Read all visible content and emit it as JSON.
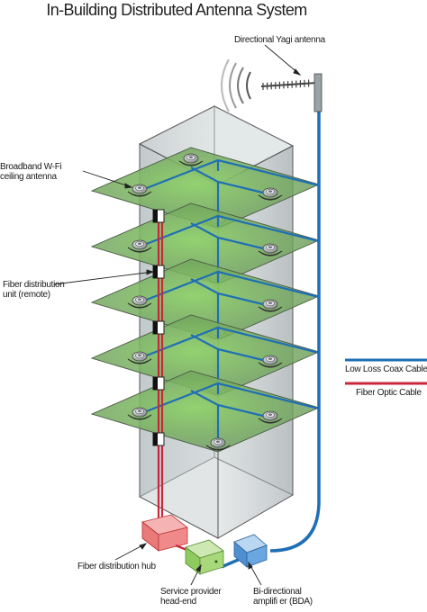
{
  "title": "In-Building Distributed Antenna System",
  "labels": {
    "yagi": "Directional Yagi antenna",
    "wifi_antenna": "Broadband W-Fi\nceiling antenna",
    "fiber_remote": "Fiber distribution\nunit (remote)",
    "fiber_hub": "Fiber distribution hub",
    "service_provider": "Service provider\nhead-end",
    "bda": "Bi-directional\namplifi er (BDA)"
  },
  "legend": {
    "coax": "Low Loss Coax Cable",
    "fiber": "Fiber Optic Cable"
  },
  "colors": {
    "coax": "#1f6fb5",
    "fiber": "#c8283c",
    "floor_fill": "#93c47d",
    "hub_fill": "#f08080",
    "headend_fill": "#9ed86b",
    "bda_fill": "#5b9bd5"
  },
  "floors": 5
}
